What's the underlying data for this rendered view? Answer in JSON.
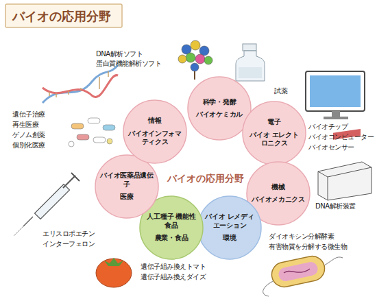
{
  "diagram": {
    "title": "バイオの応用分野",
    "nodes": [
      {
        "text": [
          "科学・発酵",
          "バイオケミカル"
        ]
      },
      {
        "text": [
          "電子",
          "バイオ エレクトロニクス"
        ]
      },
      {
        "text": [
          "機械",
          "バイオメカニクス"
        ]
      },
      {
        "text": [
          "バイオ レメディエーション",
          "環境"
        ]
      },
      {
        "text": [
          "人工種子 機能性食品",
          "農業・食品"
        ]
      },
      {
        "text": [
          "バイオ医薬品遺伝子",
          "医療"
        ]
      },
      {
        "text": [
          "情報",
          "バイオインフォマ ティクス"
        ]
      }
    ],
    "labels": [
      "DNA解析ソフト",
      "蛋白質機能解析ソフト",
      "試薬",
      "バイオチップ",
      "バイオコンピューター",
      "バイオセンサー",
      "遺伝子治療",
      "再生医療",
      "ゲノム創薬",
      "個別化医療",
      "DNA解析装置",
      "エリスロポエチン",
      "インターフェロン",
      "ダイオキシン分解酵素",
      "有害物質を分解する微生物",
      "遺伝子組み換えトマト",
      "遺伝子組み換えダイズ",
      "バイオの応用分野"
    ]
  }
}
